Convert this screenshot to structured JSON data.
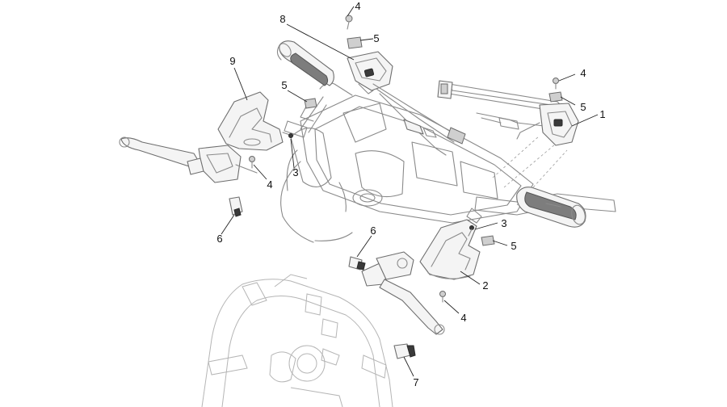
{
  "callouts": [
    {
      "id": "c8",
      "label": "8"
    },
    {
      "id": "c4a",
      "label": "4"
    },
    {
      "id": "c5a",
      "label": "5"
    },
    {
      "id": "c9",
      "label": "9"
    },
    {
      "id": "c5b",
      "label": "5"
    },
    {
      "id": "c4b",
      "label": "4"
    },
    {
      "id": "c5c",
      "label": "5"
    },
    {
      "id": "c1",
      "label": "1"
    },
    {
      "id": "c3a",
      "label": "3"
    },
    {
      "id": "c4c",
      "label": "4"
    },
    {
      "id": "c6a",
      "label": "6"
    },
    {
      "id": "c3b",
      "label": "3"
    },
    {
      "id": "c5d",
      "label": "5"
    },
    {
      "id": "c6b",
      "label": "6"
    },
    {
      "id": "c2",
      "label": "2"
    },
    {
      "id": "c4d",
      "label": "4"
    },
    {
      "id": "c7",
      "label": "7"
    }
  ]
}
